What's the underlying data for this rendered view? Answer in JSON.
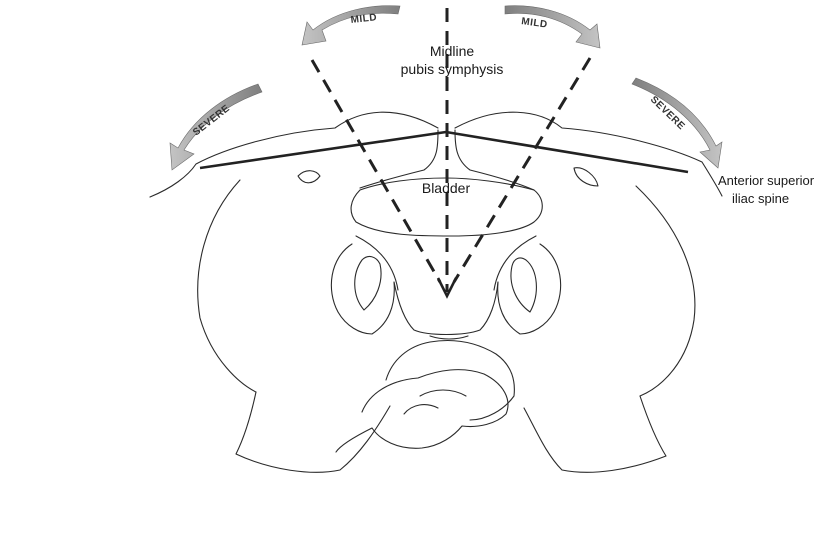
{
  "labels": {
    "midline_line1": "Midline",
    "midline_line2": "pubis symphysis",
    "bladder": "Bladder",
    "asis_line1": "Anterior superior",
    "asis_line2": "iliac spine"
  },
  "arrows": {
    "mild_left": "MILD",
    "mild_right": "MILD",
    "severe_left": "SEVERE",
    "severe_right": "SEVERE"
  },
  "colors": {
    "line": "#2b2b2b",
    "arrow_fill": "#9a9a9a",
    "background": "#ffffff"
  }
}
